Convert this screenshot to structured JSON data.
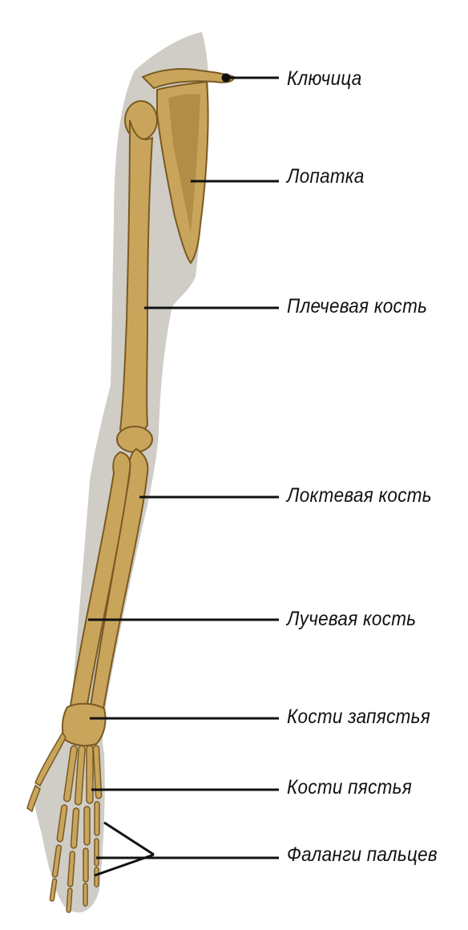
{
  "colors": {
    "background": "#ffffff",
    "arm_silhouette": "#cfcdc6",
    "bone": "#c9a55c",
    "bone_dark": "#7a5a22",
    "bone_shadow": "#9c7a36",
    "leader_line": "#111111",
    "text": "#111111"
  },
  "labels": {
    "clavicle": "Ключица",
    "scapula": "Лопатка",
    "humerus": "Плечевая кость",
    "ulna": "Локтевая кость",
    "radius": "Лучевая кость",
    "carpals": "Кости запястья",
    "metacarpals": "Кости пястья",
    "phalanges": "Фаланги пальцев"
  }
}
